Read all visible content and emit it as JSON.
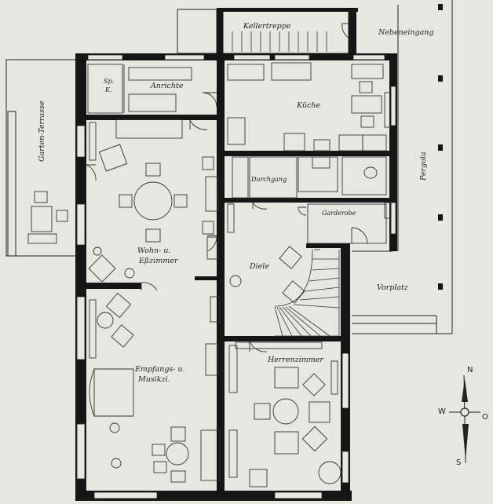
{
  "labels": {
    "kellertreppe": "Kellertreppe",
    "nebeneingang": "Nebeneingang",
    "sp_k": "Sp.",
    "sp_k2": "K.",
    "anrichte": "Anrichte",
    "kueche": "Küche",
    "garten_terrasse": "Garten-Terrasse",
    "pergola": "Pergola",
    "durchgang": "Durchgang",
    "garderobe": "Garderobe",
    "wohn1": "Wohn- u.",
    "wohn2": "Eßzimmer",
    "diele": "Diele",
    "vorplatz": "Vorplatz",
    "empfang1": "Empfangs- u.",
    "empfang2": "Musikzi.",
    "herrenzimmer": "Herrenzimmer"
  },
  "compass": {
    "n": "N",
    "s": "S",
    "w": "W",
    "o": "O"
  },
  "colors": {
    "paper": "#e7e6e0",
    "wall": "#151515",
    "line": "#222222"
  }
}
